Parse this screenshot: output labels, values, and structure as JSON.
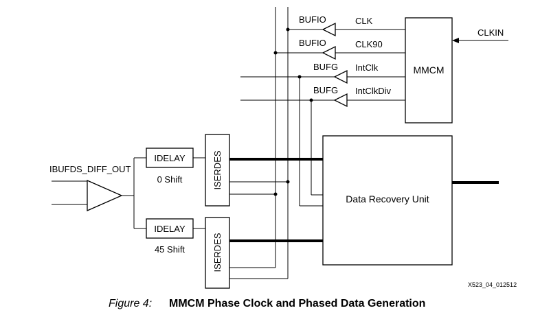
{
  "diagram": {
    "inputs": {
      "diff_input_label": "IBUFDS_DIFF_OUT",
      "clock_input_label": "CLKIN"
    },
    "blocks": {
      "mmcm_label": "MMCM",
      "idelay_top_label": "IDELAY",
      "idelay_top_shift": "0 Shift",
      "idelay_bottom_label": "IDELAY",
      "idelay_bottom_shift": "45 Shift",
      "iserdes_top_label": "ISERDES",
      "iserdes_bottom_label": "ISERDES",
      "dru_label": "Data Recovery Unit"
    },
    "clock_buffers": [
      {
        "buffer": "BUFIO",
        "signal": "CLK"
      },
      {
        "buffer": "BUFIO",
        "signal": "CLK90"
      },
      {
        "buffer": "BUFG",
        "signal": "IntClk"
      },
      {
        "buffer": "BUFG",
        "signal": "IntClkDiv"
      }
    ],
    "figure_id": "X523_04_012512"
  },
  "caption": {
    "prefix": "Figure 4:",
    "title": "MMCM Phase Clock and Phased Data Generation"
  }
}
